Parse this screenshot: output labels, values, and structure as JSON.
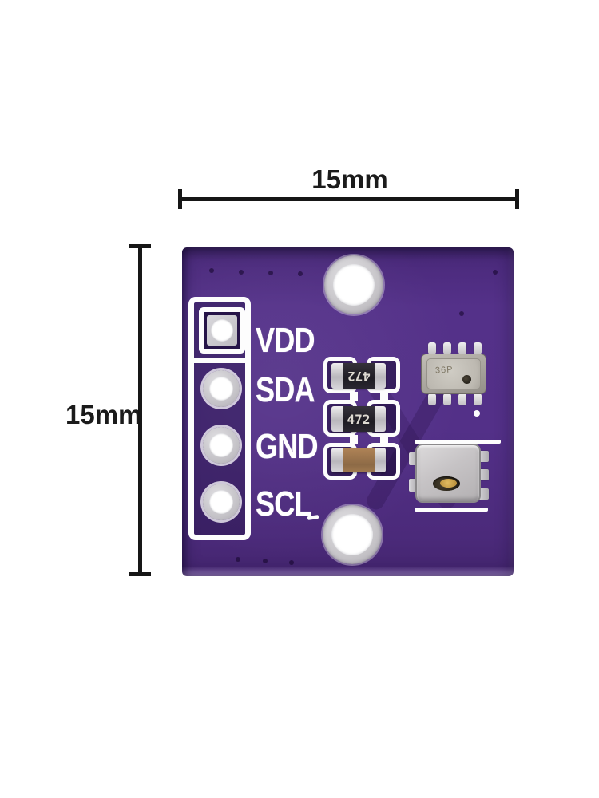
{
  "image": {
    "subject": "purple sensor breakout PCB module product photo with size annotations",
    "background_color": "#ffffff"
  },
  "dimensions": {
    "width": {
      "label": "15mm"
    },
    "height": {
      "label": "15mm"
    }
  },
  "pcb": {
    "board_color": "#533088",
    "silkscreen_color": "#ffffff",
    "pins": [
      {
        "id": "vdd",
        "label": "VDD"
      },
      {
        "id": "sda",
        "label": "SDA"
      },
      {
        "id": "gnd",
        "label": "GND"
      },
      {
        "id": "scl",
        "label": "SCL"
      }
    ],
    "components": {
      "resistor_top": {
        "marking": "472",
        "orientation": "rotated-180"
      },
      "resistor_middle": {
        "marking": "472"
      },
      "capacitor": {
        "body_color": "#9a764f"
      },
      "metal_ic": {
        "marking": "36P"
      },
      "metal_sensor": {
        "vent_color": "#c7a04a"
      }
    }
  }
}
